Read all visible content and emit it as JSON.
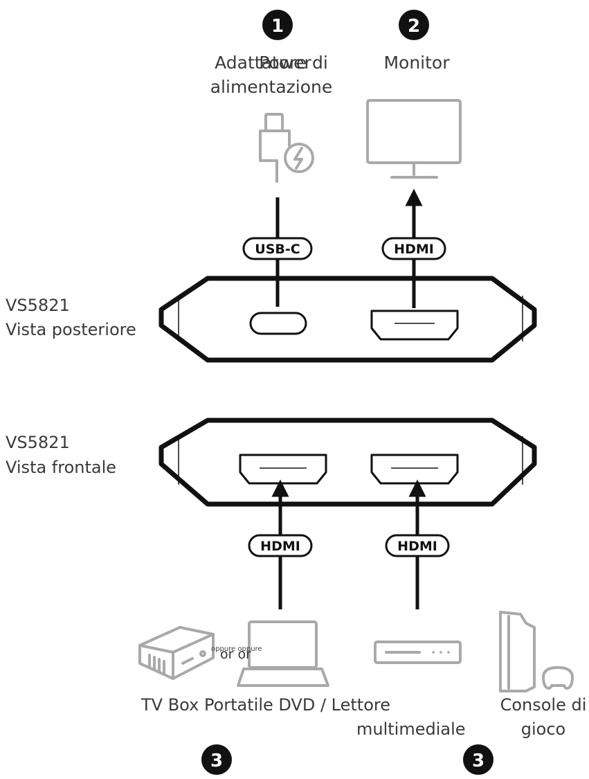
{
  "steps": {
    "one": "1",
    "two": "2",
    "three_left": "3",
    "three_right": "3"
  },
  "power": {
    "overlay_text": "Power",
    "label_line1": "Adattatore di",
    "label_line2": "alimentazione"
  },
  "monitor": {
    "label": "Monitor"
  },
  "cables": {
    "usbc": "USB-C",
    "hdmi_out": "HDMI",
    "hdmi_in1": "HDMI",
    "hdmi_in2": "HDMI"
  },
  "rear_view": {
    "model": "VS5821",
    "label": "Vista posteriore"
  },
  "front_view": {
    "model": "VS5821",
    "label": "Vista frontale"
  },
  "sources": {
    "or_small": "oppure oppure",
    "or_large": "or or",
    "row_label": "TV Box Portatile DVD / Lettore",
    "media_line2": "multimediale",
    "console_line1": "Console di",
    "console_line2": "gioco"
  },
  "icons": {
    "power": "power-adapter-icon",
    "monitor": "monitor-icon",
    "tvbox": "tv-box-icon",
    "laptop": "laptop-icon",
    "dvd": "dvd-player-icon",
    "console": "game-console-icon"
  }
}
